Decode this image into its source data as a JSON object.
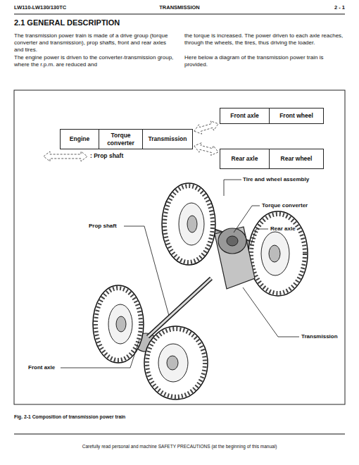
{
  "diagram": {
    "title": "2.1 GENERAL DESCRIPTION",
    "caption": "Fig. 2-1 Composition of transmission power train",
    "nodes": [
      {
        "text": [
          "Engine"
        ]
      },
      {
        "text": [
          "Torque converter"
        ]
      },
      {
        "text": [
          "Transmission"
        ]
      },
      {
        "text": [
          "Front axle"
        ]
      },
      {
        "text": [
          "Front wheel"
        ]
      },
      {
        "text": [
          "Rear axle"
        ]
      },
      {
        "text": [
          "Rear wheel"
        ]
      }
    ],
    "edges": [
      {
        "from": 2,
        "to": 3,
        "arrow": "both"
      },
      {
        "from": 2,
        "to": 5,
        "arrow": "both"
      }
    ],
    "labels": [
      "LW110-LW130/130TC",
      "TRANSMISSION",
      "2 - 1",
      "The transmission power train is made of a drive group (torque converter and transmission), prop shafts, front and rear axles and tires.",
      "The engine power is driven to the converter-transmission group, where the r.p.m. are reduced and",
      "the torque is increased. The power driven to each axle reaches, through the wheels, the tires, thus driving the loader.",
      "Here below a diagram of the transmission power train is provided.",
      "Tire and wheel assembly",
      "Torque converter",
      "Rear axle",
      "Prop shaft",
      "Transmission",
      "Front axle",
      "Carefully read personal and machine SAFETY PRECAUTIONS (at the beginning of this manual)"
    ],
    "legend": [
      {
        "text": ": Prop shaft"
      }
    ]
  }
}
